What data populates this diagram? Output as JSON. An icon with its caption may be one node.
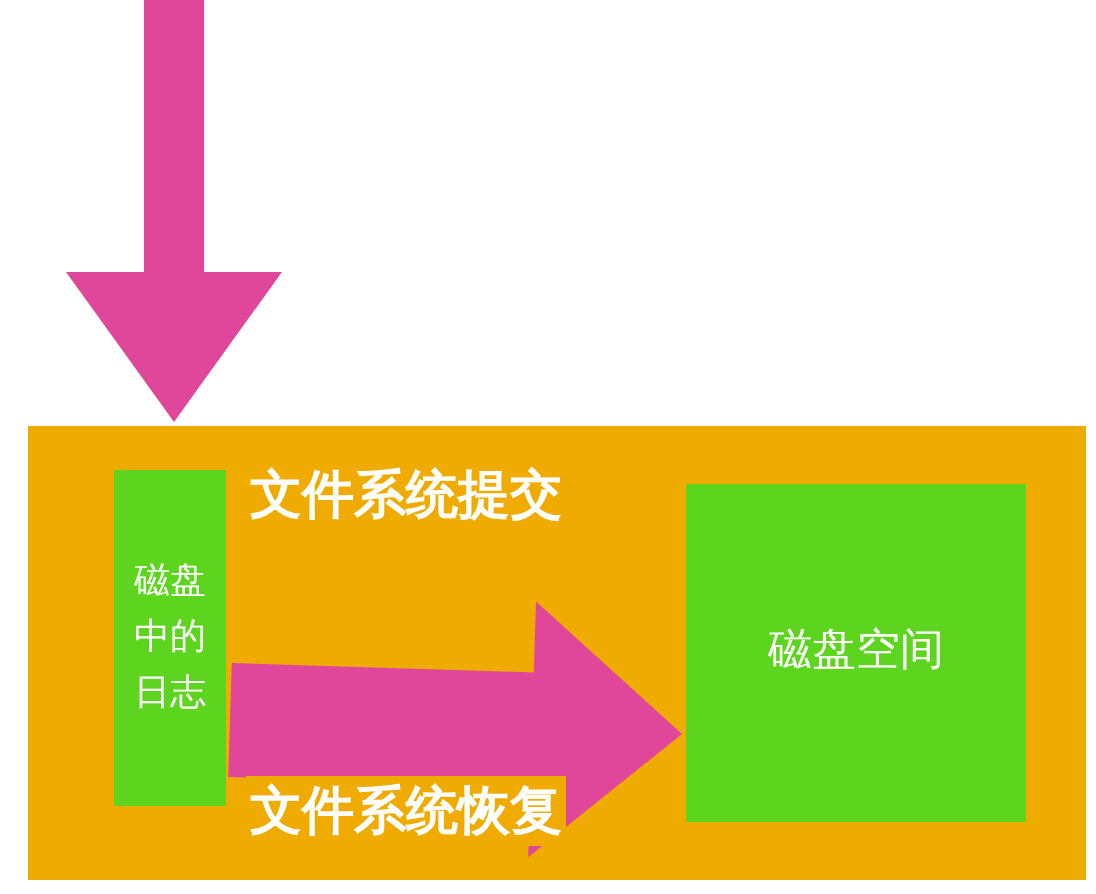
{
  "diagram": {
    "nodes": [
      {
        "text": [],
        "shape": "box"
      },
      {
        "text": [
          "磁盘中的日志"
        ],
        "in": 0
      },
      {
        "text": [
          "磁盘空间"
        ],
        "in": 0
      }
    ],
    "edges": [
      {
        "from": null,
        "to": 0,
        "arrow": "to"
      },
      {
        "from": 1,
        "to": 2,
        "arrow": "to",
        "label": "文件系统提交"
      }
    ],
    "labels": [
      "文件系统恢复"
    ]
  }
}
